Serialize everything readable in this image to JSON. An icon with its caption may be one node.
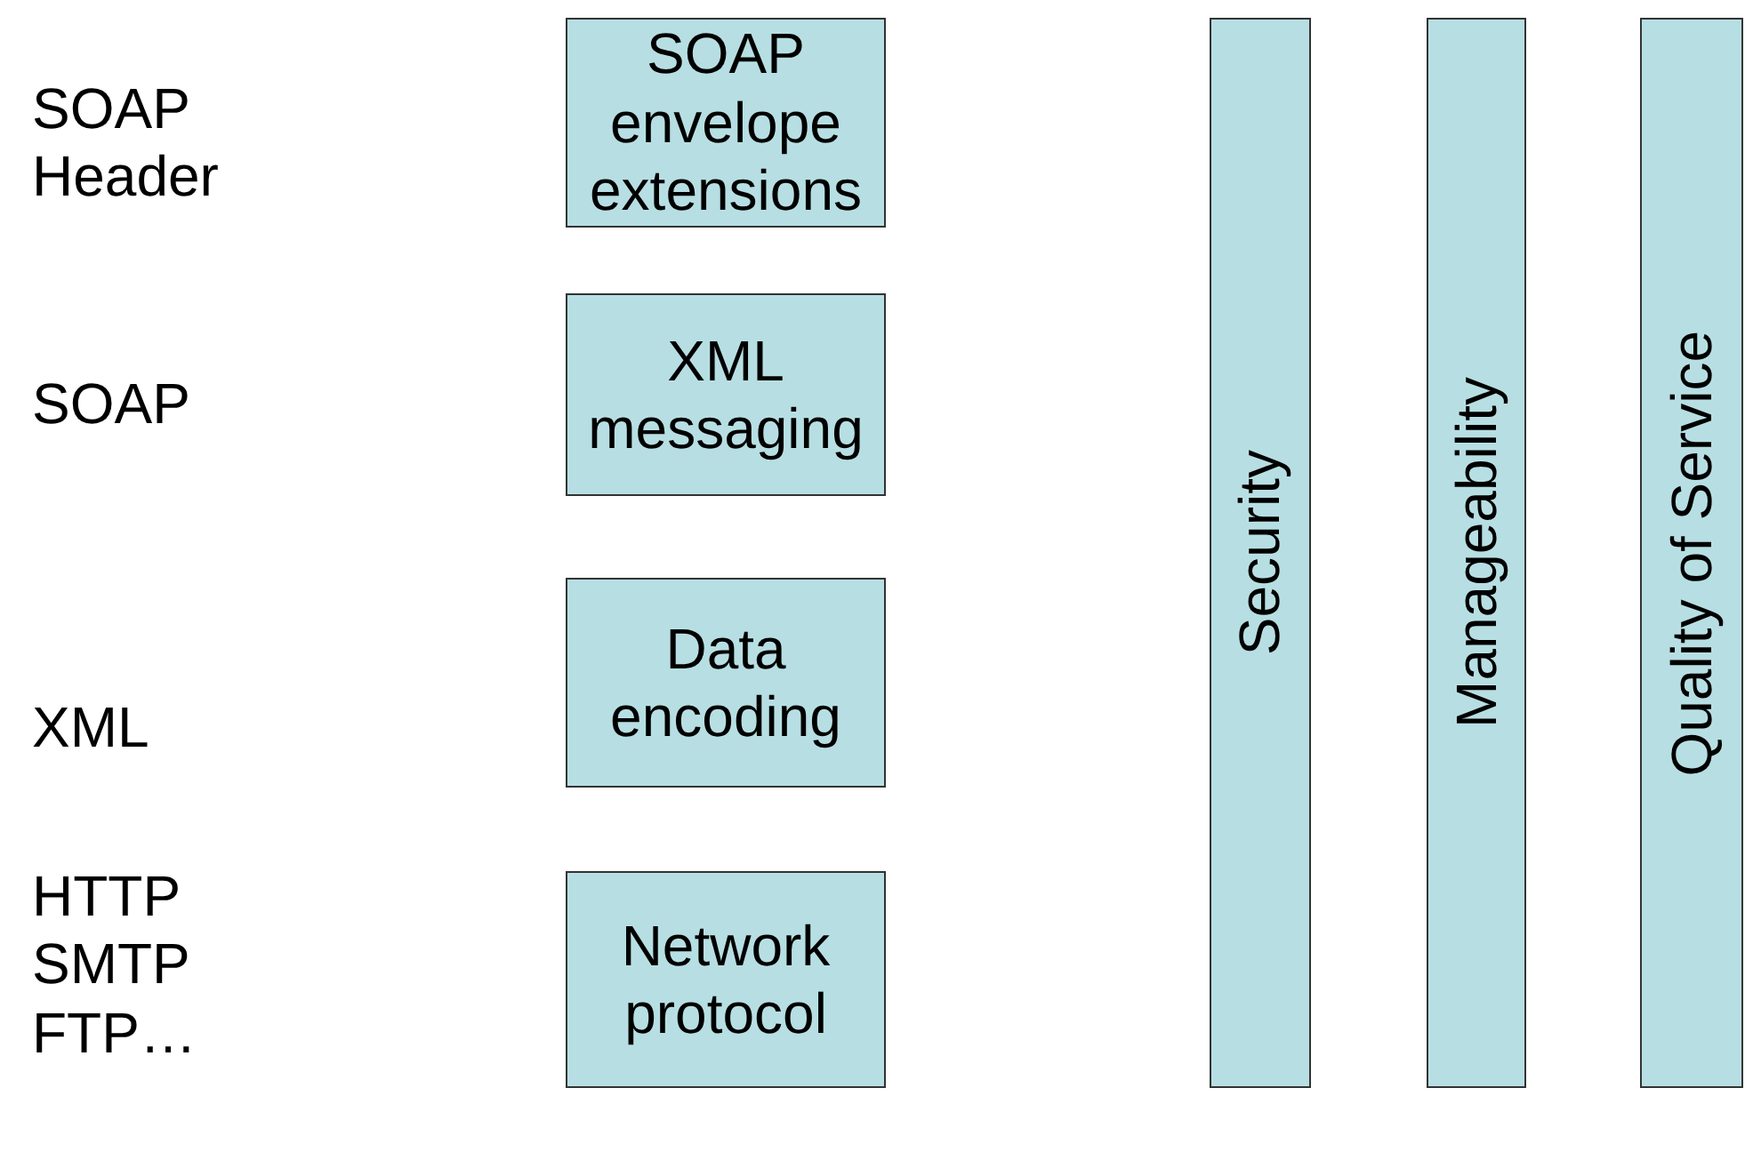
{
  "diagram": {
    "nodes": [
      {
        "text": [
          "SOAP envelope extensions"
        ]
      },
      {
        "text": [
          "XML messaging"
        ]
      },
      {
        "text": [
          "Data encoding"
        ]
      },
      {
        "text": [
          "Network protocol"
        ]
      },
      {
        "text": [
          "Security"
        ]
      },
      {
        "text": [
          "Manageability"
        ]
      },
      {
        "text": [
          "Quality of Service"
        ]
      }
    ],
    "labels": [
      "SOAP Header",
      "SOAP",
      "XML",
      "HTTP SMTP FTP…"
    ]
  }
}
